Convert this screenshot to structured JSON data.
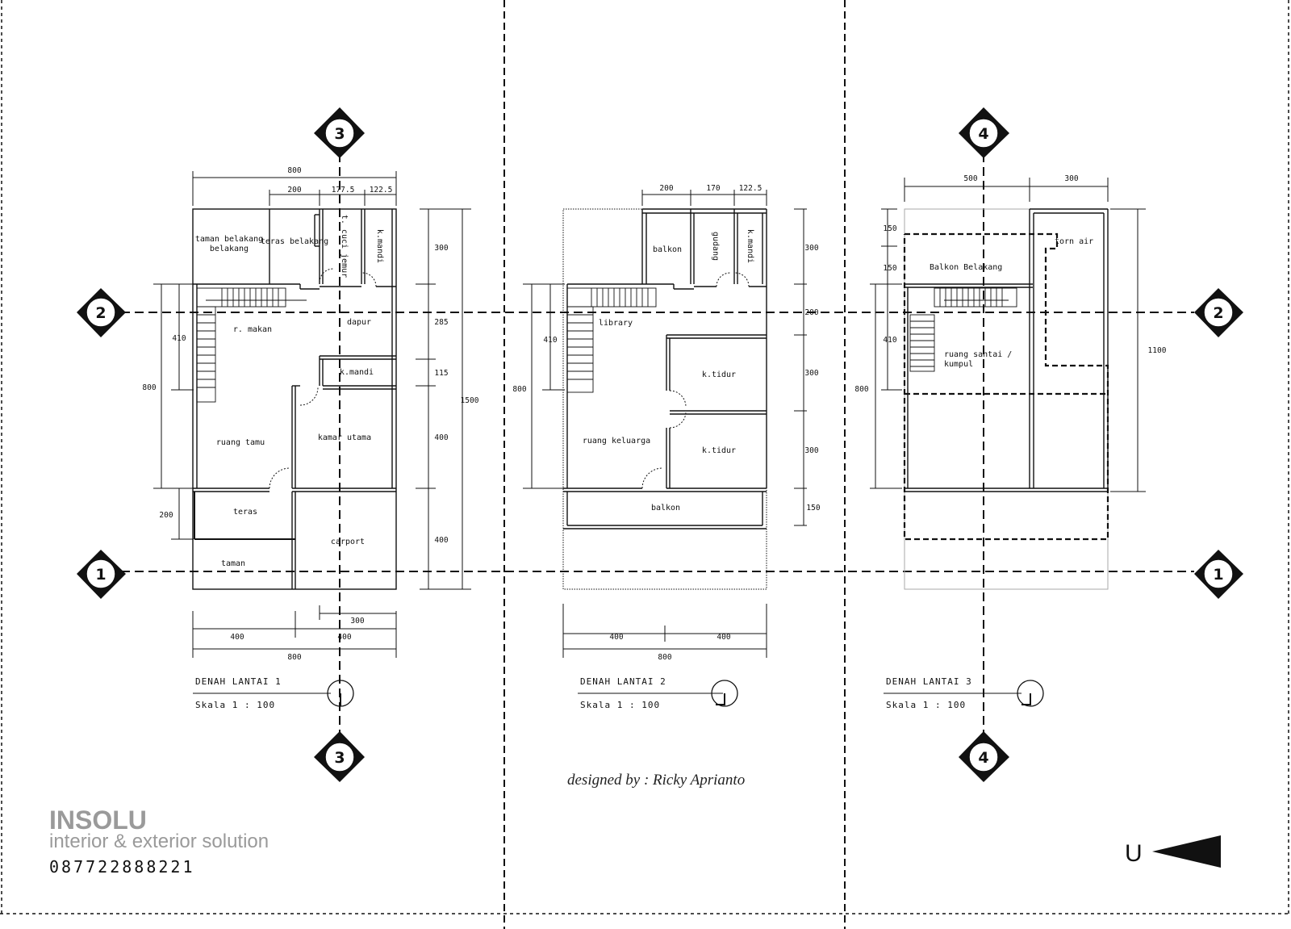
{
  "sheet": {
    "plans": [
      {
        "title": "DENAH LANTAI 1",
        "scale": "Skala 1 : 100",
        "rooms": [
          "taman belakang",
          "teras belakang",
          "t. cuci jemur",
          "k.mandi",
          "r. makan",
          "dapur",
          "k.mandi",
          "ruang tamu",
          "kamar utama",
          "teras",
          "carport",
          "taman"
        ],
        "dims_top": [
          "800",
          "200",
          "177.5",
          "122.5"
        ],
        "dims_right": [
          "300",
          "285",
          "115",
          "400",
          "400",
          "1500"
        ],
        "dims_left": [
          "410",
          "800",
          "200"
        ],
        "dims_bottom": [
          "300",
          "400",
          "400",
          "800"
        ]
      },
      {
        "title": "DENAH LANTAI 2",
        "scale": "Skala 1 : 100",
        "rooms": [
          "balkon",
          "gudang",
          "k.mandi",
          "library",
          "k.tidur",
          "k.tidur",
          "ruang keluarga",
          "balkon"
        ],
        "dims_top": [
          "200",
          "170",
          "122.5"
        ],
        "dims_right": [
          "300",
          "200",
          "300",
          "300",
          "150"
        ],
        "dims_left": [
          "410",
          "800"
        ],
        "dims_bottom": [
          "400",
          "400",
          "800"
        ]
      },
      {
        "title": "DENAH LANTAI 3",
        "scale": "Skala 1 : 100",
        "rooms": [
          "torn air",
          "Balkon Belakang",
          "ruang santai / kumpul"
        ],
        "dims_top": [
          "500",
          "300"
        ],
        "dims_right": [
          "1100"
        ],
        "dims_left": [
          "150",
          "150",
          "410",
          "800"
        ]
      }
    ],
    "section_markers": [
      "1",
      "2",
      "3",
      "4"
    ],
    "designer_credit": "designed by : Ricky Aprianto",
    "north_label": "U"
  },
  "brand": {
    "name": "INSOLU",
    "tagline": "interior & exterior solution",
    "phone": "087722888221"
  }
}
